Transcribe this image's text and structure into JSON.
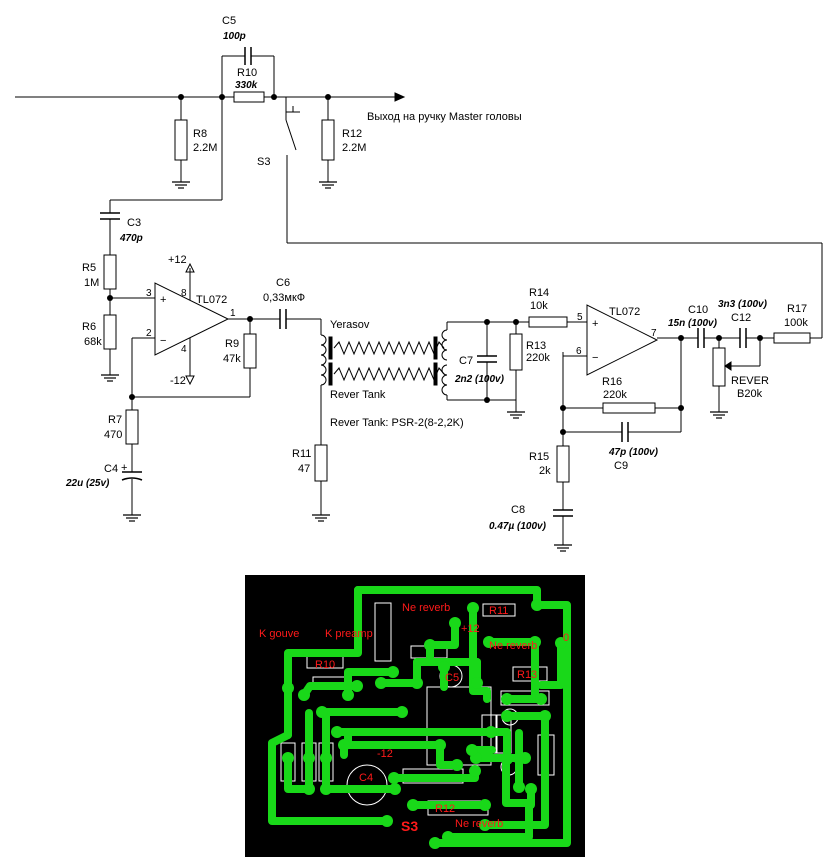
{
  "schematic": {
    "output_label": "Выход на ручку Master головы",
    "components": {
      "c5": {
        "ref": "C5",
        "value": "100p"
      },
      "r10": {
        "ref": "R10",
        "value": "330k"
      },
      "r8": {
        "ref": "R8",
        "value": "2.2M"
      },
      "r12": {
        "ref": "R12",
        "value": "2.2M"
      },
      "s3": {
        "ref": "S3"
      },
      "c3": {
        "ref": "C3",
        "value": "470p"
      },
      "r5": {
        "ref": "R5",
        "value": "1M"
      },
      "r6": {
        "ref": "R6",
        "value": "68k"
      },
      "r7": {
        "ref": "R7",
        "value": "470"
      },
      "c4": {
        "ref": "C4",
        "value": "22u (25v)"
      },
      "r9": {
        "ref": "R9",
        "value": "47k"
      },
      "c6": {
        "ref": "C6",
        "value": "0,33мкФ"
      },
      "r11": {
        "ref": "R11",
        "value": "47"
      },
      "c7": {
        "ref": "C7",
        "value": "2n2 (100v)"
      },
      "r13": {
        "ref": "R13",
        "value": "220k"
      },
      "r14": {
        "ref": "R14",
        "value": "10k"
      },
      "r15": {
        "ref": "R15",
        "value": "2k"
      },
      "c8": {
        "ref": "C8",
        "value": "0.47µ (100v)"
      },
      "r16": {
        "ref": "R16",
        "value": "220k"
      },
      "c9": {
        "ref": "C9",
        "value": "47p (100v)"
      },
      "c10": {
        "ref": "C10",
        "value": "15n (100v)"
      },
      "c12": {
        "ref": "C12",
        "value": "3n3 (100v)"
      },
      "r17": {
        "ref": "R17",
        "value": "100k"
      },
      "rever_pot": {
        "ref": "REVER",
        "value": "B20k"
      }
    },
    "opamp1": {
      "label": "TL072",
      "plus": "+",
      "minus": "−",
      "pin8": "8",
      "pin3": "3",
      "pin2": "2",
      "pin1": "1",
      "pin4": "4",
      "vpos": "+12",
      "vneg": "-12"
    },
    "opamp2": {
      "label": "TL072",
      "plus": "+",
      "minus": "−",
      "pin5": "5",
      "pin6": "6",
      "pin7": "7"
    },
    "tank": {
      "brand": "Yerasov",
      "name": "Rever Tank",
      "spec": "Rever Tank: PSR-2(8-2,2K)"
    }
  },
  "pcb": {
    "labels": {
      "k_gouve": "K gouve",
      "k_preamp": "K preamp",
      "ne_reverb_top": "Ne reverb",
      "plus12": "+12",
      "ne_reverb_right": "Ne reverb",
      "zero": "0",
      "minus12": "-12",
      "ne_reverb_bottom": "Ne reverb",
      "s3": "S3"
    },
    "parts": {
      "r11": "R11",
      "r10": "R10",
      "r13": "R13",
      "r12": "R12",
      "c5": "C5",
      "c4": "C4"
    },
    "colors": {
      "board": "#000000",
      "trace": "#19d819",
      "label": "#ff1a1a",
      "outline": "#ffffff"
    }
  }
}
